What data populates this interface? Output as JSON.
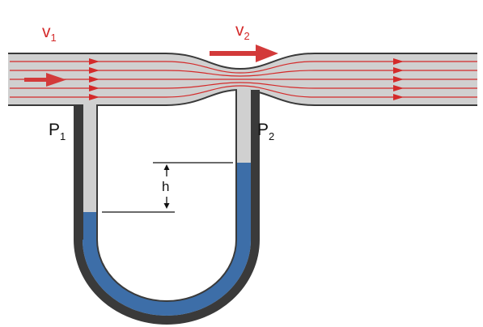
{
  "labels": {
    "v1_main": "v",
    "v1_sub": "1",
    "v2_main": "v",
    "v2_sub": "2",
    "p1_main": "P",
    "p1_sub": "1",
    "p2_main": "P",
    "p2_sub": "2",
    "h": "h"
  },
  "colors": {
    "pipe_fill": "#d0d0d0",
    "pipe_wall": "#3a3a3a",
    "streamline": "#d42a2a",
    "velocity_arrow": "#d33a3a",
    "velocity_label": "#d42a2a",
    "fluid": "#3d6ea8",
    "text": "#111111"
  }
}
